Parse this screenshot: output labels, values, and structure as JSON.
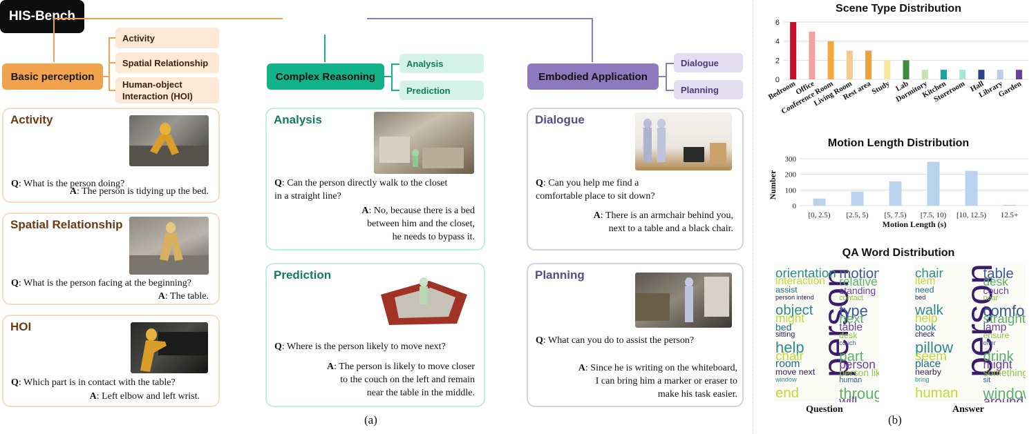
{
  "root": "HIS-Bench",
  "categories": {
    "basic": {
      "label": "Basic perception",
      "subs": [
        "Activity",
        "Spatial Relationship",
        "Human-object Interaction (HOI)"
      ]
    },
    "complex": {
      "label": "Complex Reasoning",
      "subs": [
        "Analysis",
        "Prediction"
      ]
    },
    "embodied": {
      "label": "Embodied Application",
      "subs": [
        "Dialogue",
        "Planning"
      ]
    }
  },
  "cards": {
    "activity": {
      "title": "Activity",
      "q_label": "Q",
      "q": ": What is the person doing?",
      "a_label": "A",
      "a": ": The person is tidying up the bed."
    },
    "spatial": {
      "title": "Spatial Relationship",
      "q_label": "Q",
      "q": ": What is the person facing at the beginning?",
      "a_label": "A",
      "a": ": The table."
    },
    "hoi": {
      "title": "HOI",
      "q_label": "Q",
      "q": ": Which part is in contact with the table?",
      "a_label": "A",
      "a": ": Left elbow and left wrist."
    },
    "analysis": {
      "title": "Analysis",
      "q_label": "Q",
      "q1": ": Can the person directly walk to the closet",
      "q2": "in a straight line?",
      "a_label": "A",
      "a1": ": No, because there is a bed",
      "a2": "between him and the closet,",
      "a3": "he needs to bypass it."
    },
    "prediction": {
      "title": "Prediction",
      "q_label": "Q",
      "q1": ": Where is the person likely to move next?",
      "a_label": "A",
      "a1": ": The person is likely to move closer",
      "a2": "to the couch on the left and remain",
      "a3": "near the table in the middle."
    },
    "dialogue": {
      "title": "Dialogue",
      "q_label": "Q",
      "q1": ": Can you help me find a",
      "q2": "comfortable place to sit down?",
      "a_label": "A",
      "a1": ": There is an armchair behind you,",
      "a2": "next to a table and a black chair."
    },
    "planning": {
      "title": "Planning",
      "q_label": "Q",
      "q1": ": What can you do to assist the person?",
      "a_label": "A",
      "a1": ": Since he is writing on the whiteboard,",
      "a2": "I can bring him a marker or eraser to",
      "a3": "make his task easier."
    }
  },
  "panel_labels": {
    "a": "(a)",
    "b": "(b)"
  },
  "colors": {
    "basic": "#f1a24c",
    "basic_sub": "#fde8d6",
    "basic_card": "#f7dcc4",
    "basic_title": "#6b3a14",
    "complex": "#12b38a",
    "complex_sub": "#d4f2e8",
    "complex_card": "#bdeee0",
    "complex_title": "#137a5e",
    "embodied": "#8c79be",
    "embodied_sub": "#e3dff0",
    "embodied_card": "#d5d0e6",
    "embodied_title": "#5a4a8a"
  },
  "chart_data": [
    {
      "type": "bar",
      "title": "Scene Type Distribution",
      "categories": [
        "Bedroom",
        "Office",
        "Conference Room",
        "Living Room",
        "Rest area",
        "Study",
        "Lab",
        "Dormitory",
        "Kitchen",
        "Storeroom",
        "Hall",
        "Library",
        "Garden"
      ],
      "values": [
        6,
        5,
        4,
        3,
        3,
        2,
        2,
        1,
        1,
        1,
        1,
        1,
        1
      ],
      "colors": [
        "#c8102e",
        "#f4a0a0",
        "#f7a63a",
        "#f7c98a",
        "#e8a33a",
        "#f8e7a0",
        "#3a8c3a",
        "#c7e3b0",
        "#17a3a3",
        "#a3e7d7",
        "#2b3f8c",
        "#b8cde8",
        "#6a3fa0"
      ],
      "ylim": [
        0,
        6
      ],
      "yticks": [
        0,
        2,
        4,
        6
      ],
      "grid": true
    },
    {
      "type": "bar",
      "title": "Motion Length Distribution",
      "categories": [
        "[0, 2.5)",
        "[2.5, 5)",
        "[5, 7.5)",
        "[7.5, 10)",
        "[10, 12.5)",
        "12.5+"
      ],
      "values": [
        45,
        90,
        155,
        280,
        222,
        5
      ],
      "xlabel": "Motion Length (s)",
      "ylabel": "Number",
      "ylim": [
        0,
        300
      ],
      "yticks": [
        0,
        100,
        200,
        300
      ],
      "color": "#b9d3ee",
      "grid": true
    }
  ],
  "wordcloud": {
    "title": "QA Word Distribution",
    "question_label": "Question",
    "answer_label": "Answer",
    "question_words": [
      "person",
      "motion",
      "orientation",
      "relative",
      "interaction",
      "standing",
      "assist",
      "contact",
      "person intend",
      "type",
      "object",
      "next",
      "might",
      "table",
      "bed",
      "desk",
      "sitting",
      "couch",
      "help",
      "part",
      "chair",
      "person facing",
      "room",
      "person likely",
      "move next",
      "human",
      "window",
      "throughout",
      "end",
      "will"
    ],
    "answer_words": [
      "person",
      "table",
      "chair",
      "desk",
      "item",
      "couch",
      "need",
      "near",
      "bed",
      "comfortable",
      "walk",
      "straight",
      "help",
      "lamp",
      "book",
      "ensure",
      "check",
      "offer",
      "pillow",
      "drink",
      "seem",
      "might",
      "place",
      "something",
      "nearby",
      "sit",
      "bring",
      "window",
      "human",
      "around"
    ]
  }
}
